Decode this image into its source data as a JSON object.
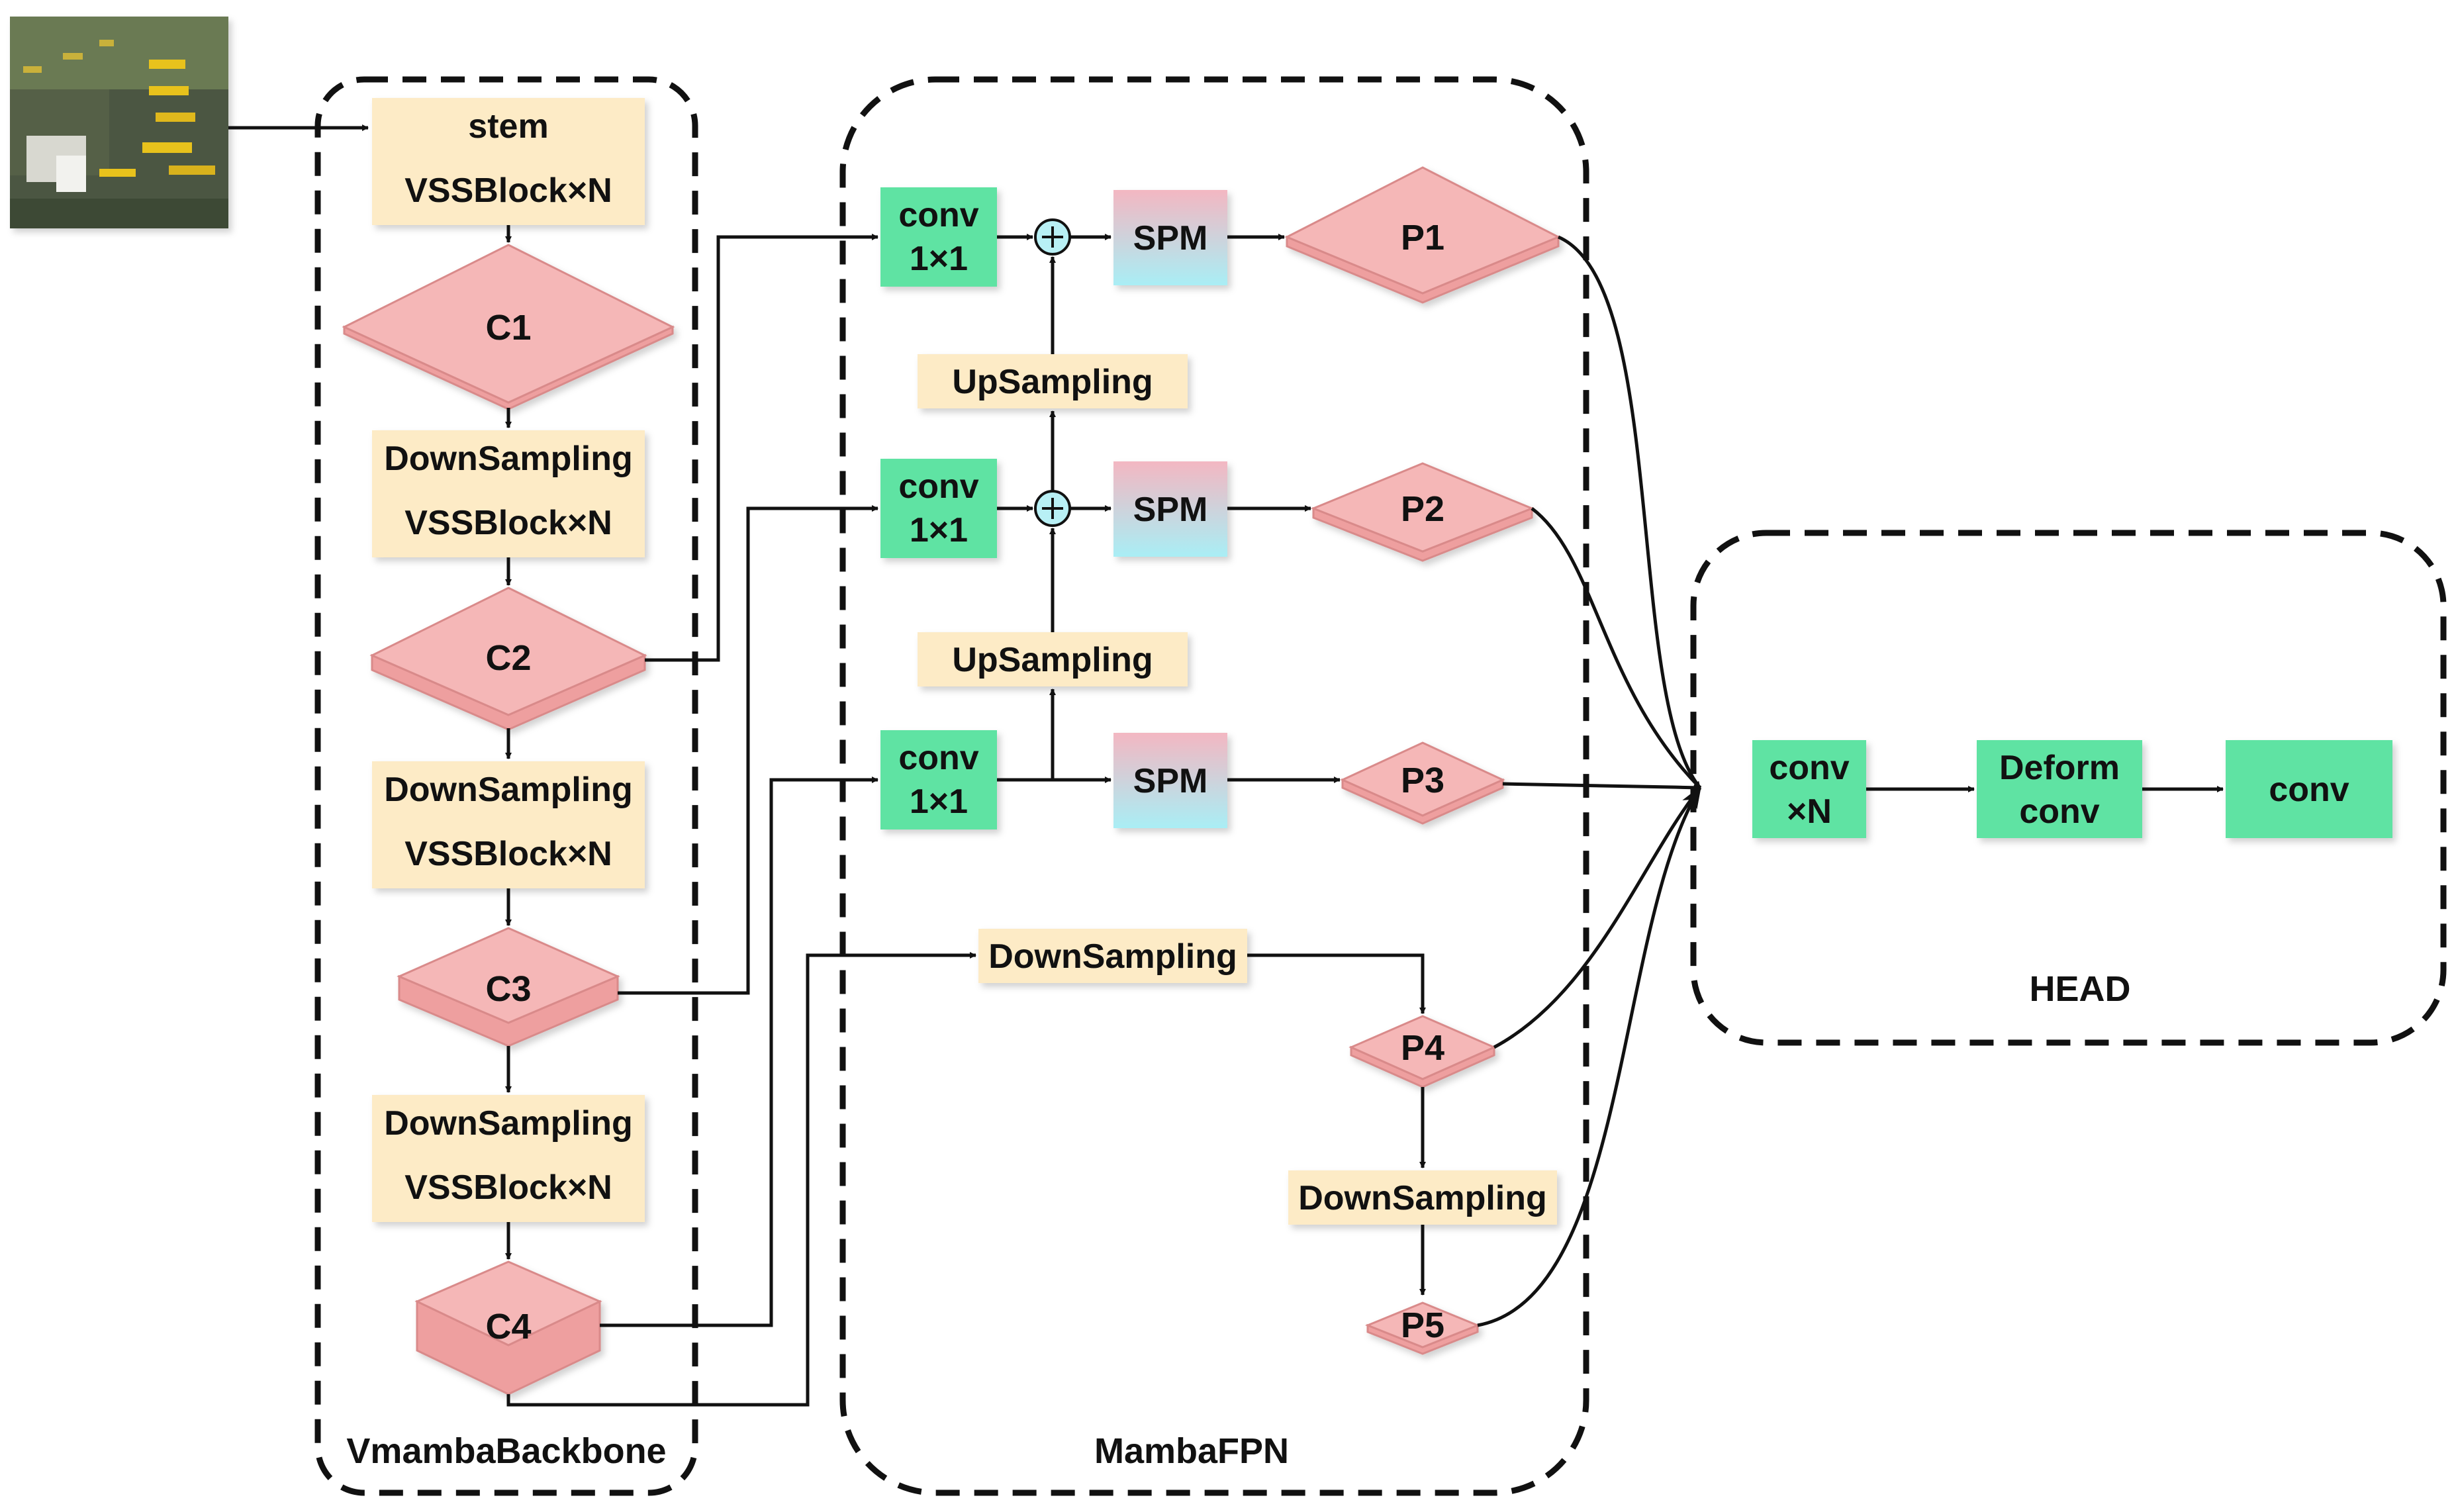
{
  "groups": {
    "backbone": "VmambaBackbone",
    "fpn": "MambaFPN",
    "head": "HEAD"
  },
  "backbone": {
    "stem": "stem",
    "vss": "VSSBlock×N",
    "down": "DownSampling",
    "c1": "C1",
    "c2": "C2",
    "c3": "C3",
    "c4": "C4"
  },
  "fpn": {
    "conv_line1": "conv",
    "conv_line2": "1×1",
    "spm": "SPM",
    "up": "UpSampling",
    "down": "DownSampling",
    "p1": "P1",
    "p2": "P2",
    "p3": "P3",
    "p4": "P4",
    "p5": "P5",
    "add_symbol": "+"
  },
  "head": {
    "conv_n_line1": "conv",
    "conv_n_line2": "×N",
    "deform_line1": "Deform",
    "deform_line2": "conv",
    "conv": "conv"
  },
  "colors": {
    "yellow": "#fdebc6",
    "green": "#5fe3a3",
    "pink": "#f5b7b7",
    "spm_top": "#f3b7c2",
    "spm_bottom": "#a9eef5",
    "add_fill": "#b8f0f5"
  }
}
